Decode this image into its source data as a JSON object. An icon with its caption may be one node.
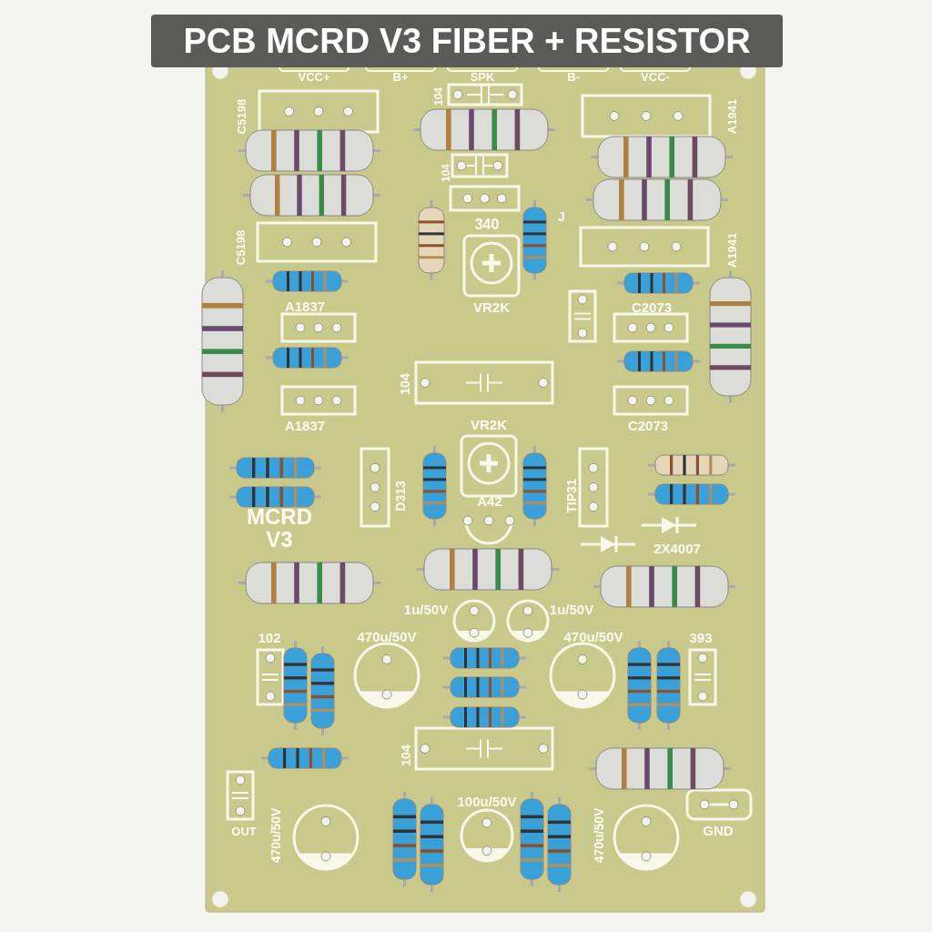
{
  "diagram": {
    "title": "PCB MCRD V3 FIBER + RESISTOR",
    "labels": [
      "VCC+",
      "B+",
      "SPK",
      "B-",
      "VCC-",
      "104",
      "C5198",
      "A1941",
      "104",
      "340",
      "J",
      "C5198",
      "A1941",
      "A1837",
      "VR2K",
      "C2073",
      "104",
      "A1837",
      "VR2K",
      "C2073",
      "D313",
      "A42",
      "TIP31",
      "MCRD V3",
      "2X4007",
      "1u/50V",
      "1u/50V",
      "102",
      "470u/50V",
      "470u/50V",
      "393",
      "104",
      "100u/50V",
      "470u/50V",
      "470u/50V",
      "OUT",
      "GND"
    ]
  }
}
